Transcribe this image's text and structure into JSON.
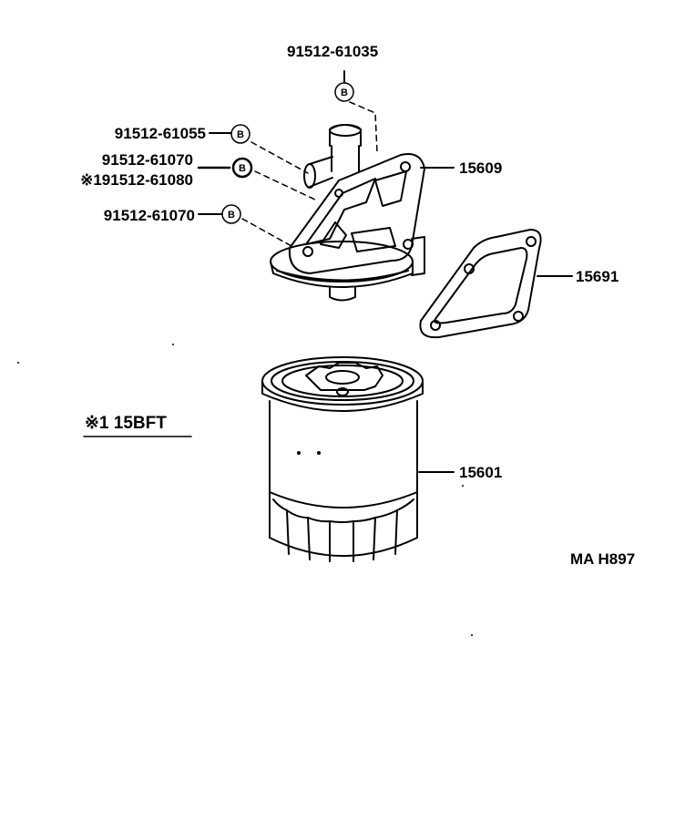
{
  "callouts": {
    "bolt_top": "91512-61035",
    "bolt_upper_left": "91512-61055",
    "bolt_mid_a": "91512-61070",
    "bolt_mid_b": "※191512-61080",
    "bolt_lower": "91512-61070",
    "bracket": "15609",
    "gasket": "15691",
    "filter": "15601"
  },
  "marker_letter": "B",
  "note": "※1 15BFT",
  "diagram_code": "MA H897"
}
